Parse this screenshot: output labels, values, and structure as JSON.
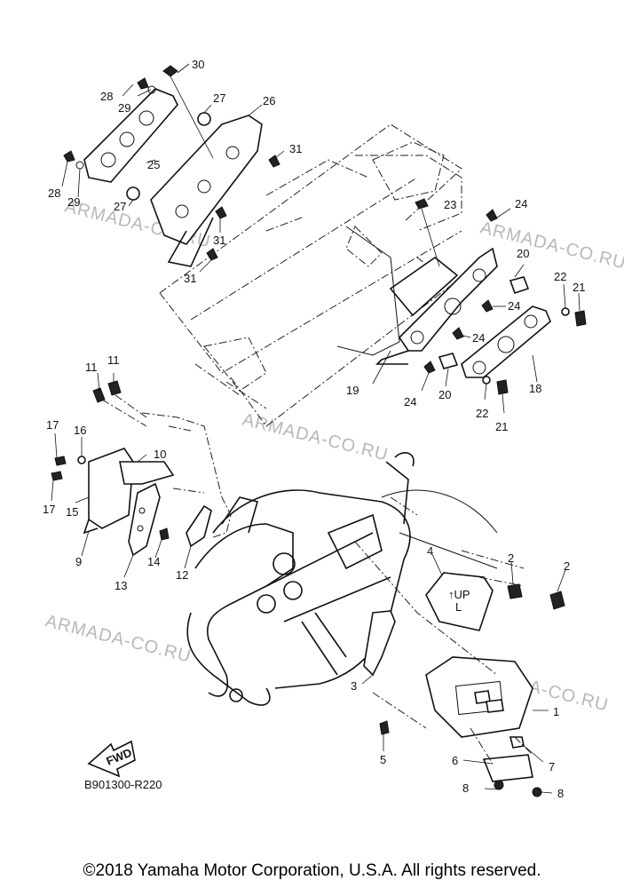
{
  "diagram_code": "B901300-R220",
  "copyright": "©2018 Yamaha Motor Corporation, U.S.A. All rights reserved.",
  "watermark": "ARMADA-CO.RU",
  "fwd_label": "FWD",
  "part_labels": {
    "up_l": "UP\nL"
  },
  "callouts": [
    "1",
    "2",
    "2",
    "3",
    "4",
    "5",
    "6",
    "7",
    "8",
    "8",
    "9",
    "10",
    "11",
    "11",
    "12",
    "13",
    "14",
    "15",
    "16",
    "17",
    "17",
    "18",
    "19",
    "20",
    "20",
    "21",
    "21",
    "22",
    "22",
    "23",
    "24",
    "24",
    "24",
    "24",
    "25",
    "26",
    "27",
    "27",
    "28",
    "28",
    "29",
    "29",
    "30",
    "31",
    "31",
    "31"
  ]
}
